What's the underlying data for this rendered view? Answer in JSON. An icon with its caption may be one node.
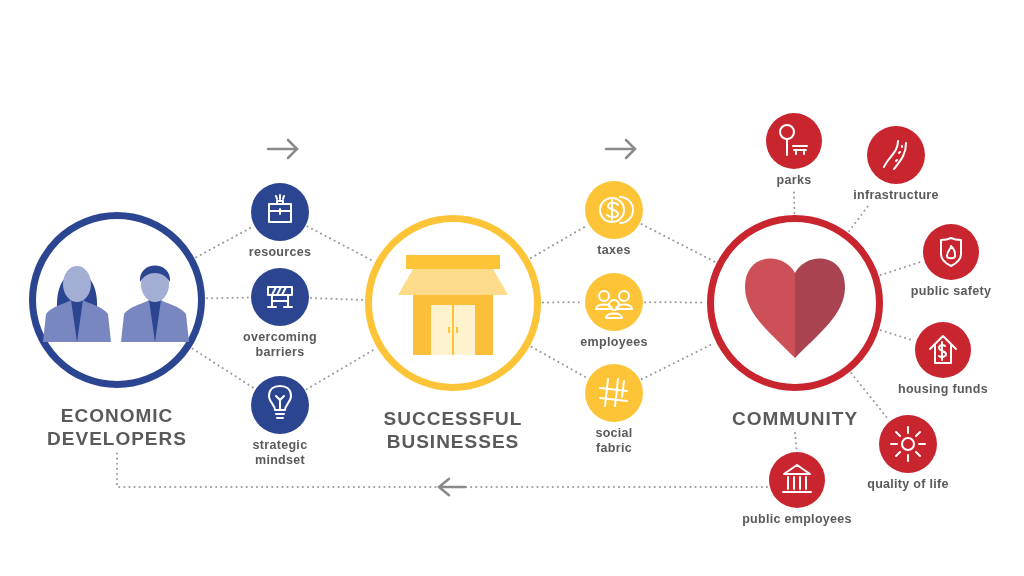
{
  "diagram": {
    "nodes": [
      {
        "text": [
          "ECONOMIC DEVELOPERS"
        ]
      },
      {
        "text": [
          "resources"
        ]
      },
      {
        "text": [
          "overcoming barriers"
        ]
      },
      {
        "text": [
          "strategic mindset"
        ]
      },
      {
        "text": [
          "SUCCESSFUL BUSINESSES"
        ]
      },
      {
        "text": [
          "taxes"
        ]
      },
      {
        "text": [
          "employees"
        ]
      },
      {
        "text": [
          "social fabric"
        ]
      },
      {
        "text": [
          "COMMUNITY"
        ]
      },
      {
        "text": [
          "parks"
        ]
      },
      {
        "text": [
          "infrastructure"
        ]
      },
      {
        "text": [
          "public safety"
        ]
      },
      {
        "text": [
          "housing funds"
        ]
      },
      {
        "text": [
          "quality of life"
        ]
      },
      {
        "text": [
          "public employees"
        ]
      }
    ],
    "edges": [
      {
        "from": 0,
        "to": 1,
        "arrow": "none"
      },
      {
        "from": 0,
        "to": 2,
        "arrow": "none"
      },
      {
        "from": 0,
        "to": 3,
        "arrow": "none"
      },
      {
        "from": 1,
        "to": 4,
        "arrow": "none"
      },
      {
        "from": 2,
        "to": 4,
        "arrow": "none"
      },
      {
        "from": 3,
        "to": 4,
        "arrow": "none"
      },
      {
        "from": 4,
        "to": 5,
        "arrow": "none"
      },
      {
        "from": 4,
        "to": 6,
        "arrow": "none"
      },
      {
        "from": 4,
        "to": 7,
        "arrow": "none"
      },
      {
        "from": 5,
        "to": 8,
        "arrow": "none"
      },
      {
        "from": 6,
        "to": 8,
        "arrow": "none"
      },
      {
        "from": 7,
        "to": 8,
        "arrow": "none"
      },
      {
        "from": 8,
        "to": 9,
        "arrow": "none"
      },
      {
        "from": 8,
        "to": 10,
        "arrow": "none"
      },
      {
        "from": 8,
        "to": 11,
        "arrow": "none"
      },
      {
        "from": 8,
        "to": 12,
        "arrow": "none"
      },
      {
        "from": 8,
        "to": 13,
        "arrow": "none"
      },
      {
        "from": 8,
        "to": 14,
        "arrow": "none"
      },
      {
        "from": 14,
        "to": 0,
        "arrow": "to"
      }
    ]
  }
}
